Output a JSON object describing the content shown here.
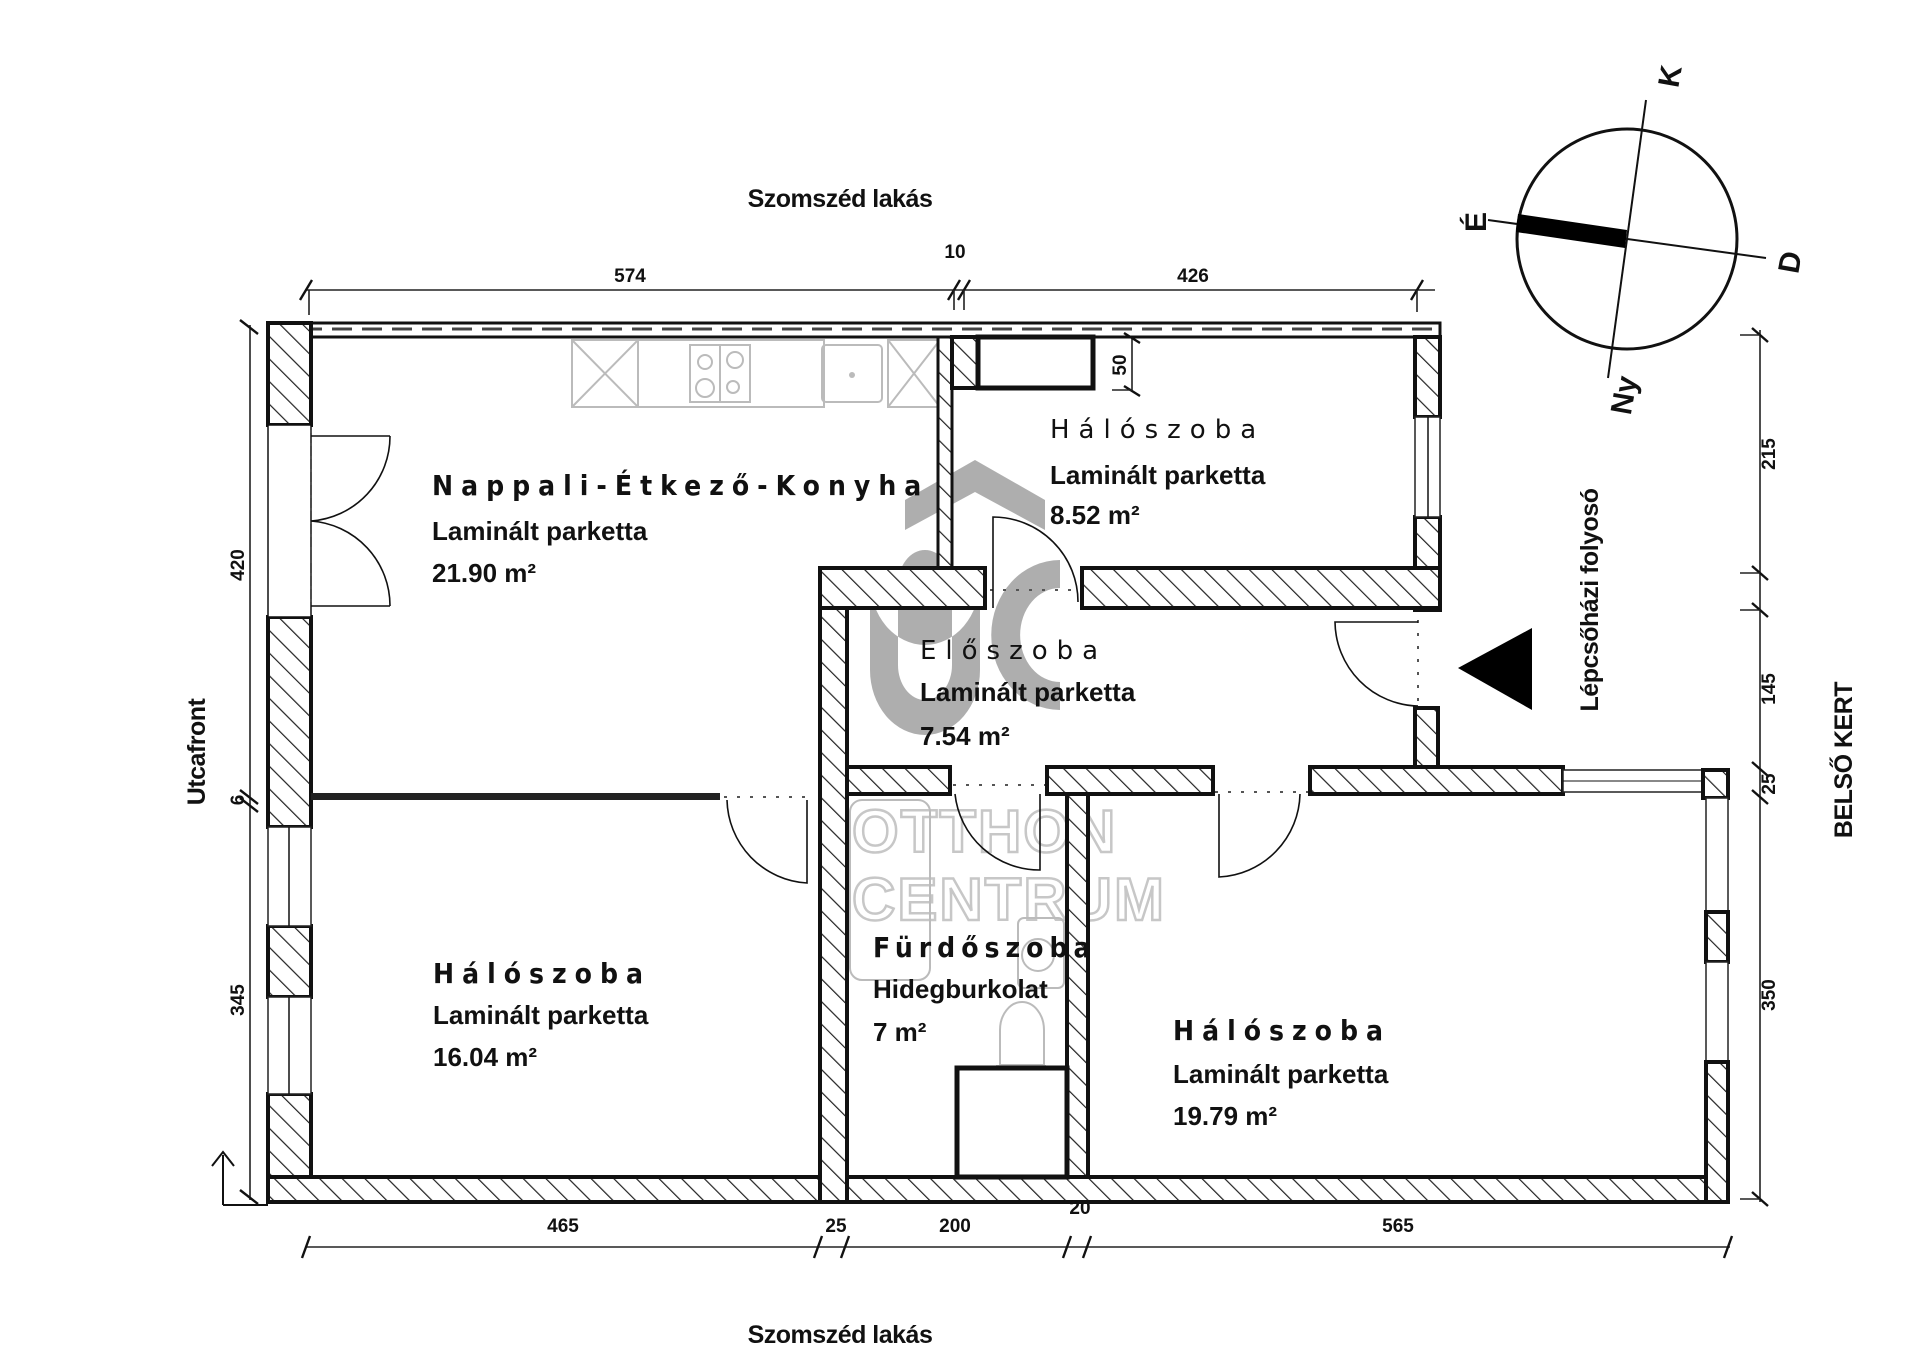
{
  "plan": {
    "neighbor_top": "Szomszéd lakás",
    "neighbor_bottom": "Szomszéd lakás",
    "street_side": "Utcafront",
    "courtyard_side": "BELSŐ KERT",
    "stairwell_corridor": "Lépcsőházi folyosó",
    "watermark": {
      "logo": "OC",
      "line1": "OTTHON",
      "line2": "CENTRUM"
    }
  },
  "compass": {
    "north": "É",
    "east": "K",
    "south": "D",
    "west": "Ny"
  },
  "rooms": [
    {
      "name": "Nappali-Étkező-Konyha",
      "floor": "Laminált parketta",
      "area": "21.90 m²"
    },
    {
      "name": "Hálószoba",
      "floor": "Laminált parketta",
      "area": "8.52 m²"
    },
    {
      "name": "Előszoba",
      "floor": "Laminált parketta",
      "area": "7.54 m²"
    },
    {
      "name": "Hálószoba",
      "floor": "Laminált parketta",
      "area": "16.04 m²"
    },
    {
      "name": "Fürdőszoba",
      "floor": "Hidegburkolat",
      "area": "7 m²"
    },
    {
      "name": "Hálószoba",
      "floor": "Laminált parketta",
      "area": "19.79 m²"
    }
  ],
  "dimensions": {
    "top": [
      "574",
      "10",
      "426"
    ],
    "bottom": [
      "465",
      "25",
      "200",
      "20",
      "565"
    ],
    "left": [
      "420",
      "6",
      "345"
    ],
    "right": [
      "215",
      "145",
      "25",
      "350"
    ],
    "wardrobe_depth": "50"
  }
}
